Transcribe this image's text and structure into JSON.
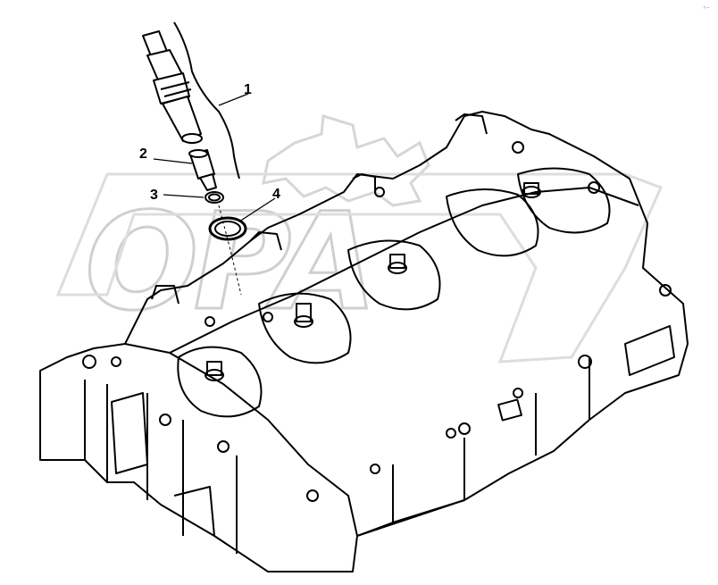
{
  "diagram": {
    "callouts": [
      {
        "id": "1",
        "label": "1"
      },
      {
        "id": "2",
        "label": "2"
      },
      {
        "id": "3",
        "label": "3"
      },
      {
        "id": "4",
        "label": "4"
      }
    ],
    "watermark": "OPA",
    "corner_mark": "r—"
  }
}
